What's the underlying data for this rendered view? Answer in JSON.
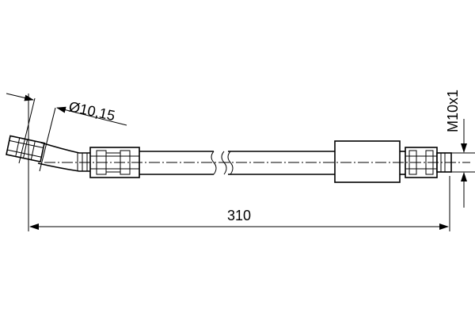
{
  "drawing": {
    "length_label": "310",
    "diameter_label": "Ø10,15",
    "thread_label": "M10x1"
  },
  "colors": {
    "line": "#000000",
    "background": "#ffffff"
  }
}
